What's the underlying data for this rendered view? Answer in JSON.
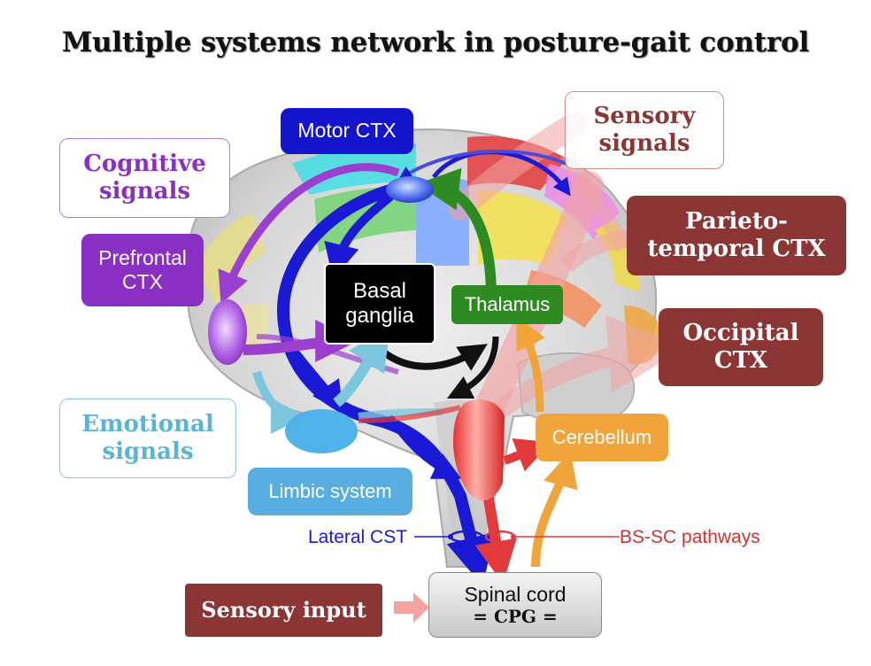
{
  "title": "Multiple systems network in posture-gait control",
  "labels": {
    "motor_ctx": "Motor CTX",
    "sensory_signals_1": "Sensory",
    "sensory_signals_2": "signals",
    "cognitive_signals_1": "Cognitive",
    "cognitive_signals_2": "signals",
    "parieto_temporal_1": "Parieto-",
    "parieto_temporal_2": "temporal CTX",
    "prefrontal_1": "Prefrontal",
    "prefrontal_2": "CTX",
    "basal_ganglia_1": "Basal",
    "basal_ganglia_2": "ganglia",
    "thalamus": "Thalamus",
    "occipital_1": "Occipital",
    "occipital_2": "CTX",
    "emotional_signals_1": "Emotional",
    "emotional_signals_2": "signals",
    "cerebellum": "Cerebellum",
    "limbic_system": "Limbic system",
    "lateral_cst": "Lateral CST",
    "bs_sc_pathways": "BS-SC pathways",
    "sensory_input": "Sensory input",
    "spinal_cord_1": "Spinal cord",
    "spinal_cord_2": "= CPG ="
  },
  "colors": {
    "motor": "#1a1ad6",
    "sensory_pathway": "#e8474a",
    "cognitive": "#9b3fd0",
    "prefrontal_box": "#8a2fc4",
    "maroon_box": "#8b3535",
    "thalamus": "#2e8b22",
    "emotional": "#59b5d8",
    "limbic_box": "#58aee0",
    "cerebellum": "#f0a43a",
    "basal_ganglia_box": "#000000",
    "spinal_cord_box": "#dcdcdc"
  }
}
